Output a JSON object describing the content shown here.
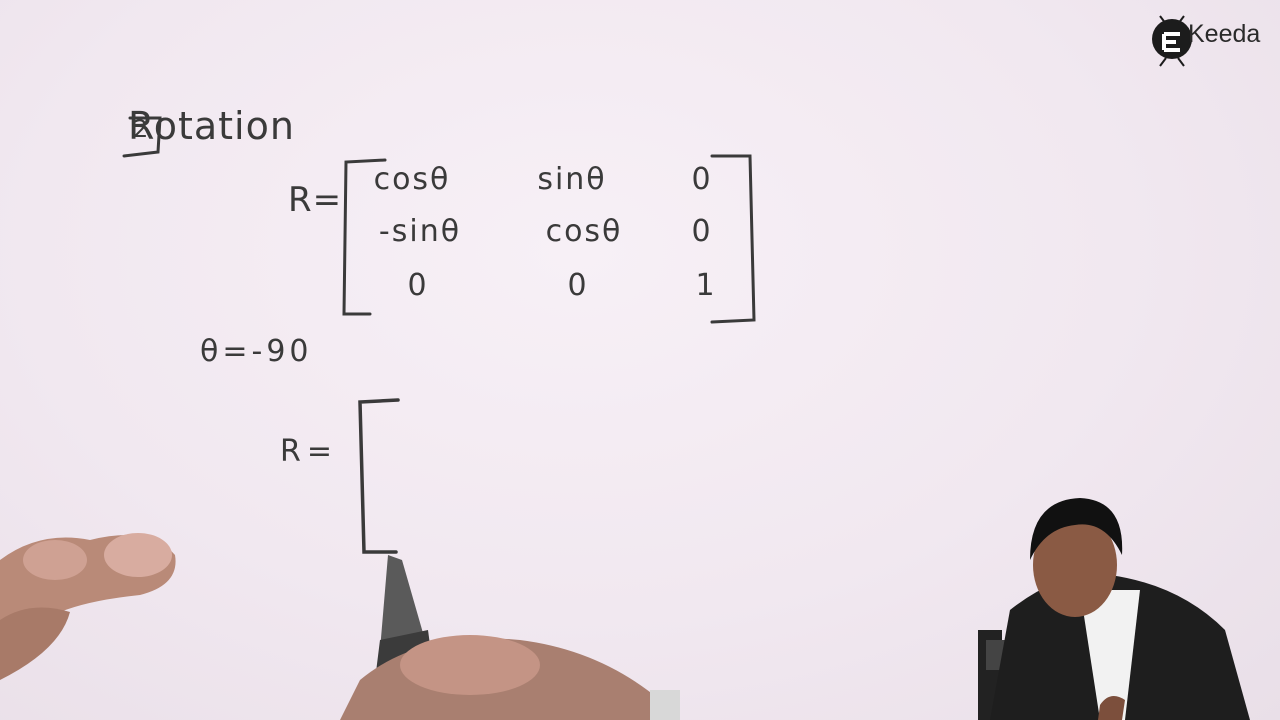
{
  "brand": {
    "logo_letter": "E",
    "logo_text": "Keeda"
  },
  "board": {
    "section_number": "2",
    "section_title": "Rotation",
    "matrix_label": "R=",
    "matrix": [
      [
        "cosθ",
        "sinθ",
        "0"
      ],
      [
        "-sinθ",
        "cosθ",
        "0"
      ],
      [
        "0",
        "0",
        "1"
      ]
    ],
    "angle_note": "θ=-90",
    "second_label": "R="
  },
  "colors": {
    "ink": "#3a3a3a",
    "paper": "#f3eaf2",
    "skin": "#c79a86",
    "suit": "#1e1e1e"
  }
}
